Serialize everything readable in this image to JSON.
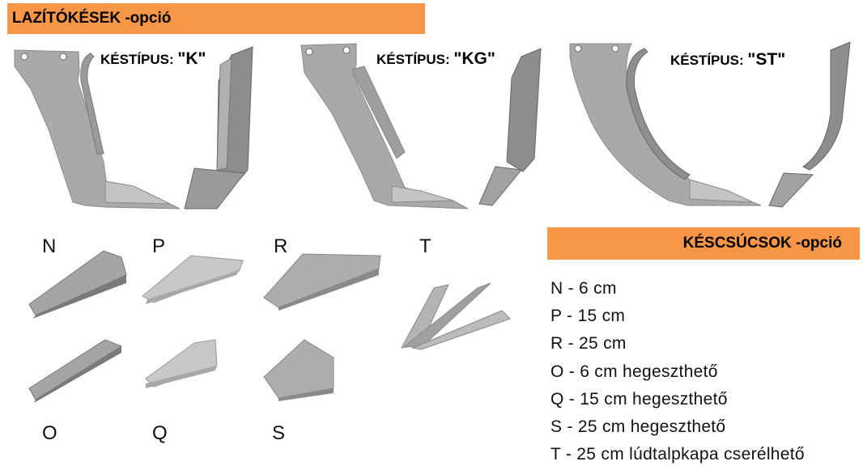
{
  "header": {
    "title": "LAZÍTÓKÉSEK -opció"
  },
  "knife_types": [
    {
      "prefix": "KÉSTÍPUS: ",
      "code": "\"K\""
    },
    {
      "prefix": "KÉSTÍPUS: ",
      "code": "\"KG\""
    },
    {
      "prefix": "KÉSTÍPUS: ",
      "code": "\"ST\""
    }
  ],
  "tips": {
    "letters": [
      "N",
      "P",
      "R",
      "T",
      "O",
      "Q",
      "S"
    ],
    "title": "KÉSCSÚCSOK -opció",
    "legend": [
      "N - 6 cm",
      "P - 15 cm",
      "R - 25 cm",
      "O - 6 cm hegeszthető",
      "Q - 15 cm hegeszthető",
      "S  - 25 cm hegeszthető",
      "T  - 25 cm lúdtalpkapa cserélhető"
    ]
  },
  "colors": {
    "banner": "#f79646",
    "metal": "#a9a9a9",
    "metal_dark": "#7d7d7d",
    "metal_light": "#c8c8c8"
  }
}
